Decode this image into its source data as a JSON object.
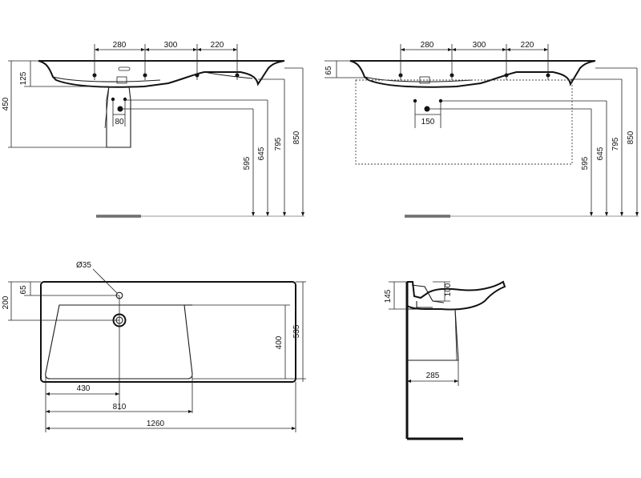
{
  "views": {
    "front_pedestal": {
      "top_dims": [
        "280",
        "300",
        "220"
      ],
      "left_dims": [
        "125",
        "450"
      ],
      "pedestal_gap": "80",
      "heights": [
        "595",
        "645",
        "795",
        "850"
      ]
    },
    "front_wall": {
      "top_dims": [
        "280",
        "300",
        "220"
      ],
      "left_dims": [
        "65"
      ],
      "trap_gap": "150",
      "heights": [
        "595",
        "645",
        "795",
        "850"
      ]
    },
    "plan": {
      "hole": "Ø35",
      "left_dims": [
        "65",
        "200"
      ],
      "right_dims": [
        "400",
        "535"
      ],
      "bottom_dims": [
        "430",
        "810",
        "1260"
      ]
    },
    "side": {
      "dims": [
        "145",
        "100",
        "285"
      ]
    }
  }
}
